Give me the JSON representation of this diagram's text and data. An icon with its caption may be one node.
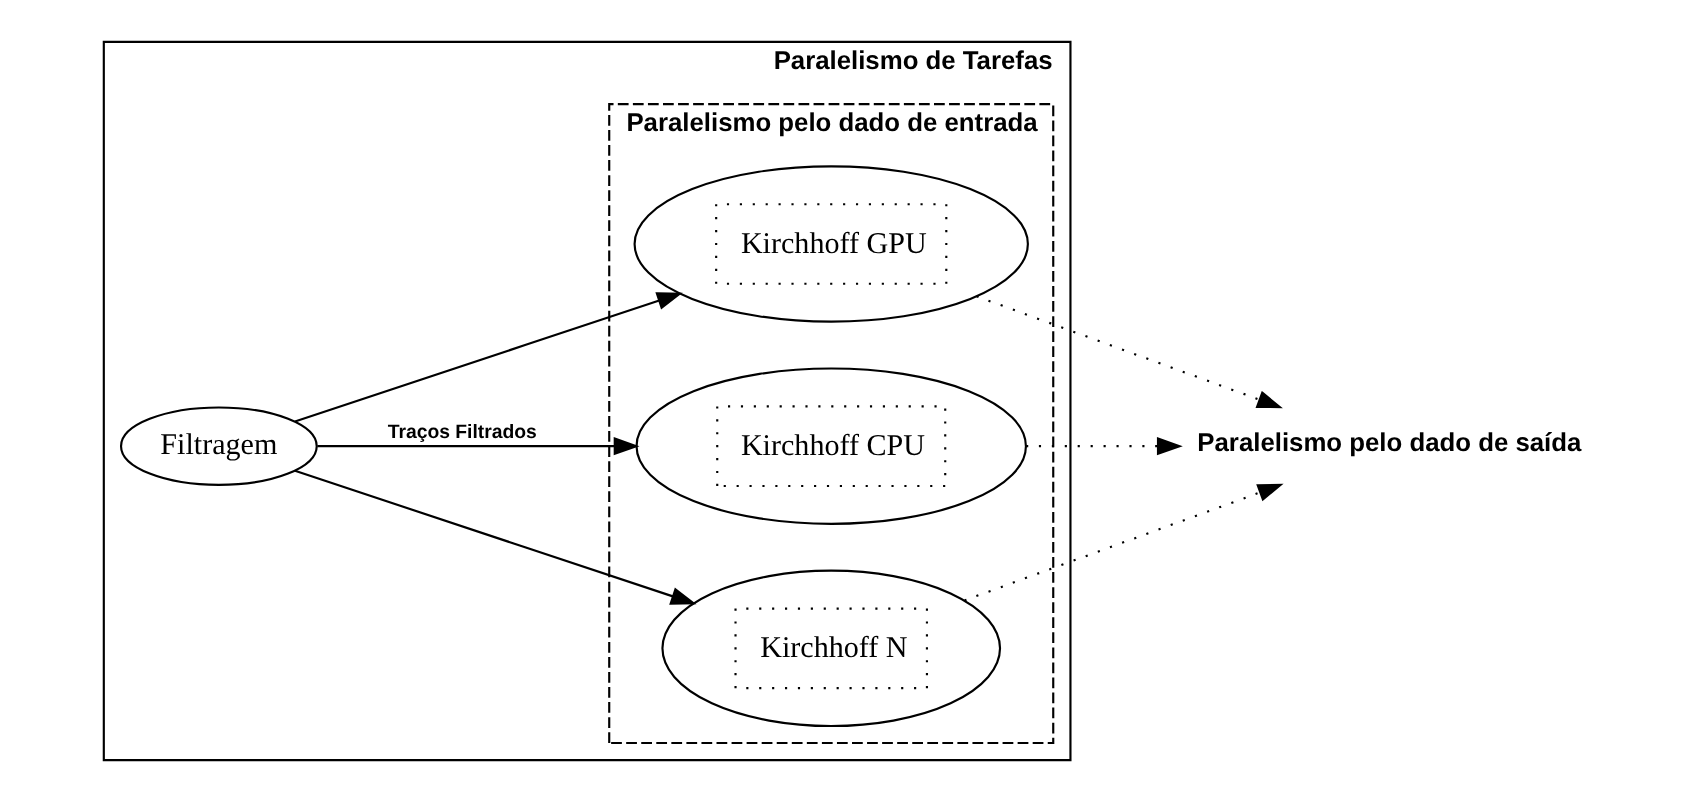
{
  "diagram": {
    "nodes": [
      {
        "text": [
          "Paralelismo de Tarefas"
        ]
      },
      {
        "text": [
          "Filtragem"
        ],
        "in": 0
      },
      {
        "text": [
          "Paralelismo pelo dado de entrada"
        ],
        "in": 0
      },
      {
        "text": [
          "Kirchhoff GPU"
        ],
        "in": 2
      },
      {
        "text": [
          "Kirchhoff CPU"
        ],
        "in": 2
      },
      {
        "text": [
          "Kirchhoff N"
        ],
        "in": 2
      },
      {
        "text": [
          "Paralelismo pelo dado de saída"
        ]
      }
    ],
    "edges": [
      {
        "from": 1,
        "to": 3,
        "arrow": "to"
      },
      {
        "from": 1,
        "to": 4,
        "arrow": "to",
        "label": "Traços Filtrados"
      },
      {
        "from": 1,
        "to": 5,
        "arrow": "to"
      },
      {
        "from": 3,
        "to": 6,
        "arrow": "to",
        "style": "dashed"
      },
      {
        "from": 4,
        "to": 6,
        "arrow": "to",
        "style": "dashed"
      },
      {
        "from": 5,
        "to": 6,
        "arrow": "to",
        "style": "dashed"
      }
    ]
  }
}
